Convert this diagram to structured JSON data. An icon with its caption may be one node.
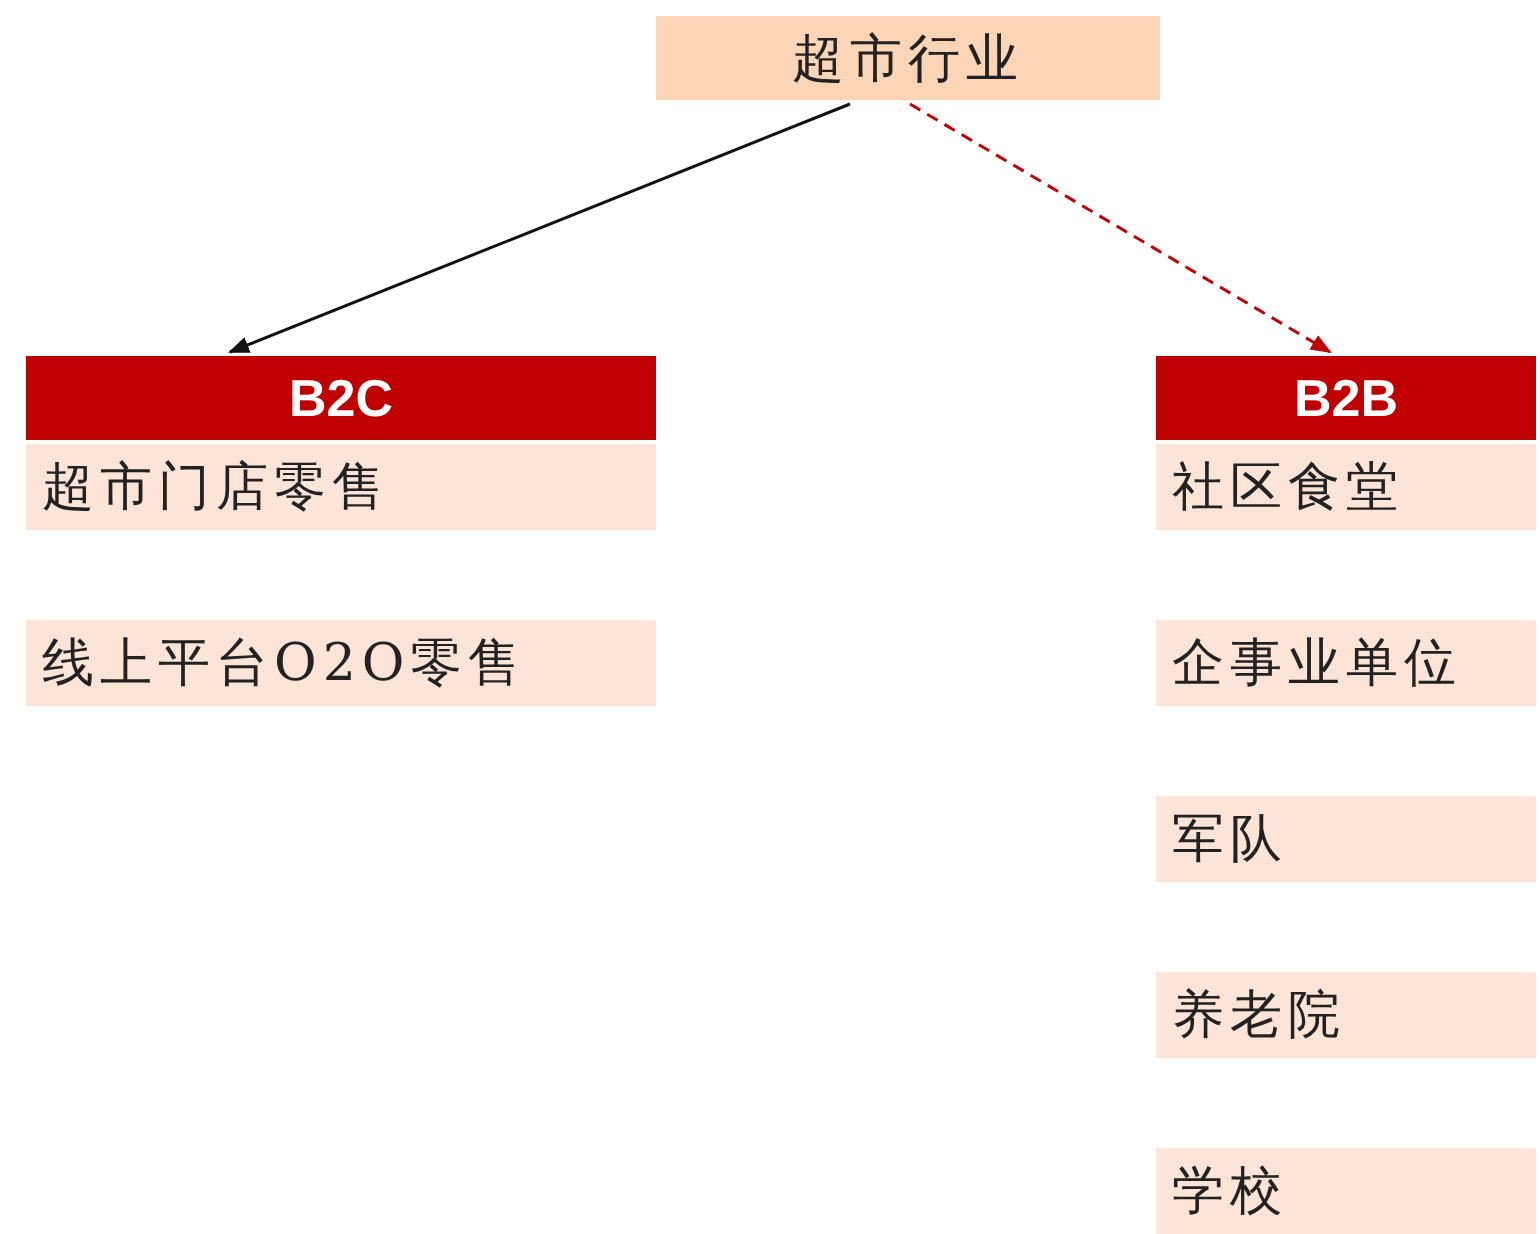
{
  "diagram": {
    "nodes": [
      {
        "text": [
          "超市行业"
        ]
      },
      {
        "text": [
          "B2C"
        ]
      },
      {
        "text": [
          "超市门店零售"
        ]
      },
      {
        "text": [
          "线上平台O2O零售"
        ]
      },
      {
        "text": [
          "B2B"
        ]
      },
      {
        "text": [
          "社区食堂"
        ]
      },
      {
        "text": [
          "企事业单位"
        ]
      },
      {
        "text": [
          "军队"
        ]
      },
      {
        "text": [
          "养老院"
        ]
      },
      {
        "text": [
          "学校"
        ]
      }
    ],
    "edges": [
      {
        "from": 0,
        "to": 1,
        "arrow": "to"
      },
      {
        "from": 0,
        "to": 4,
        "arrow": "to",
        "style": "dashed",
        "color": "#c00000"
      }
    ]
  }
}
